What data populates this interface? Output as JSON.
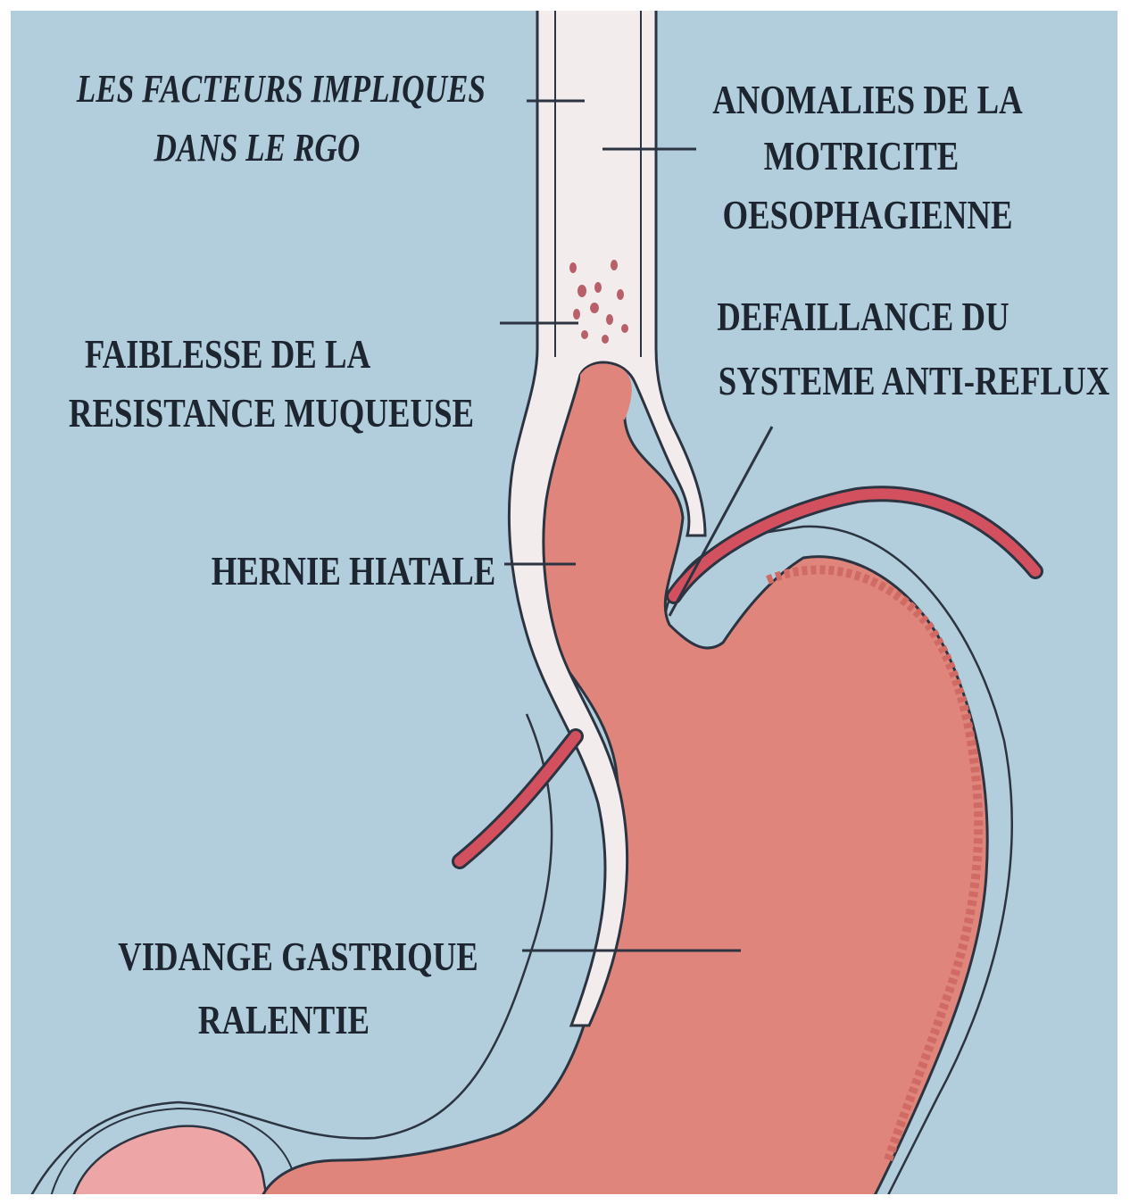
{
  "colors": {
    "background": "#b2cddb",
    "frame": "#ffffff",
    "stomach": "#e0857c",
    "stomach_dark": "#cf6b64",
    "esophagus_wall": "#f3ecec",
    "diaphragm": "#d3505e",
    "outline": "#2b3440",
    "text": "#1d2630",
    "droplet": "#b8606a",
    "pancreas": "#eea5a5"
  },
  "title": {
    "line1": "LES FACTEURS IMPLIQUES",
    "line2": "DANS LE RGO"
  },
  "labels": {
    "motricite": {
      "line1": "ANOMALIES DE LA",
      "line2": "MOTRICITE",
      "line3": "OESOPHAGIENNE"
    },
    "resistance": {
      "line1": "FAIBLESSE DE LA",
      "line2": "RESISTANCE MUQUEUSE"
    },
    "antireflux": {
      "line1": "DEFAILLANCE DU",
      "line2": "SYSTEME ANTI-REFLUX"
    },
    "hernie": {
      "line1": "HERNIE HIATALE"
    },
    "vidange": {
      "line1": "VIDANGE GASTRIQUE",
      "line2": "RALENTIE"
    }
  }
}
